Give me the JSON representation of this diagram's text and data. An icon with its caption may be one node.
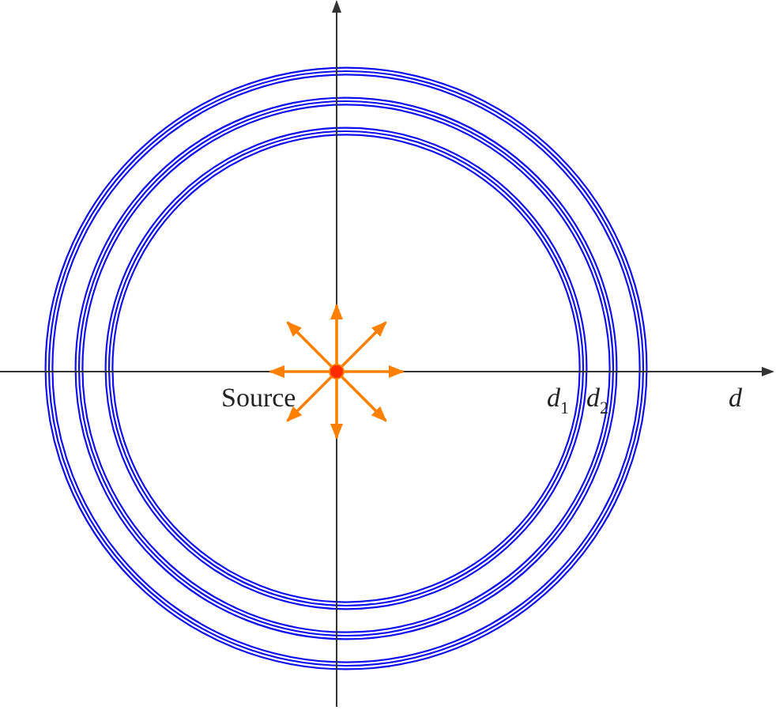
{
  "diagram": {
    "labels": [
      "Source",
      "*d*$_{1}$",
      "*d*$_{2}$",
      "d"
    ]
  }
}
